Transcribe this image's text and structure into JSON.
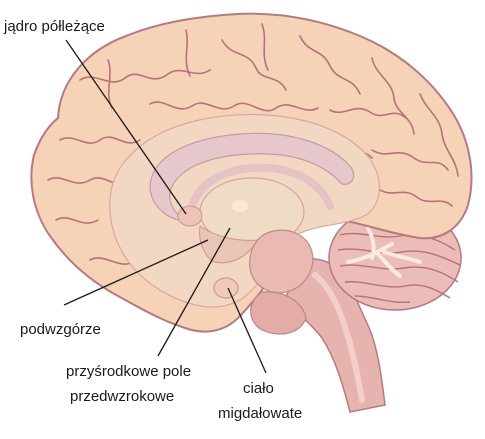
{
  "labels": {
    "nucleus_accumbens": "jądro półleżące",
    "hypothalamus": "podwzgórze",
    "preoptic_line1": "przyśrodkowe pole",
    "preoptic_line2": "przedwzrokowe",
    "amygdala_line1": "ciało",
    "amygdala_line2": "migdałowate"
  },
  "colors": {
    "cortex_fill": "#f6d2b7",
    "cortex_stroke": "#b57a80",
    "sulcus": "#b8707c",
    "inner_fill": "#f2d8c2",
    "corpus_callosum": "#e6c8cc",
    "thalamus": "#f0dcc4",
    "brainstem": "#e7b3ae",
    "cerebellum": "#ecbcb6",
    "leader_line": "#1a1a1a"
  }
}
